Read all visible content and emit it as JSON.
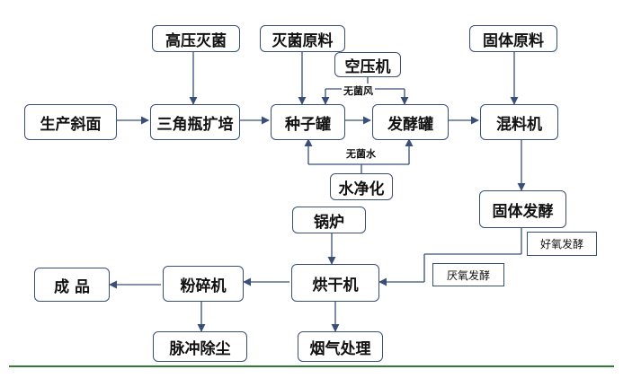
{
  "nodes": {
    "gaoya_miejun": "高压灭菌",
    "miejun_yuanliao": "灭菌原料",
    "guti_yuanliao": "固体原料",
    "kongyaji": "空压机",
    "shengchan_xiemian": "生产斜面",
    "sanjiaoping_kuopei": "三角瓶扩培",
    "zhongziguan": "种子罐",
    "fajiaoguan": "发酵罐",
    "hunliaoji": "混料机",
    "shuijinghua": "水净化",
    "guti_fajiao": "固体发酵",
    "guolu": "锅炉",
    "chengpin": "成 品",
    "fensuiji": "粉碎机",
    "hongganji": "烘干机",
    "maichong_chuchen": "脉冲除尘",
    "yanqi_chuli": "烟气处理"
  },
  "edge_labels": {
    "wujunfeng": "无菌风",
    "wujunshui": "无菌水",
    "haoyang_fajiao": "好氧发酵",
    "yanyang_fajiao": "厌氧发酵"
  },
  "colors": {
    "arrow": "#3a4f78",
    "box_border": "#3a4f78",
    "separator": "#2e7d32"
  }
}
